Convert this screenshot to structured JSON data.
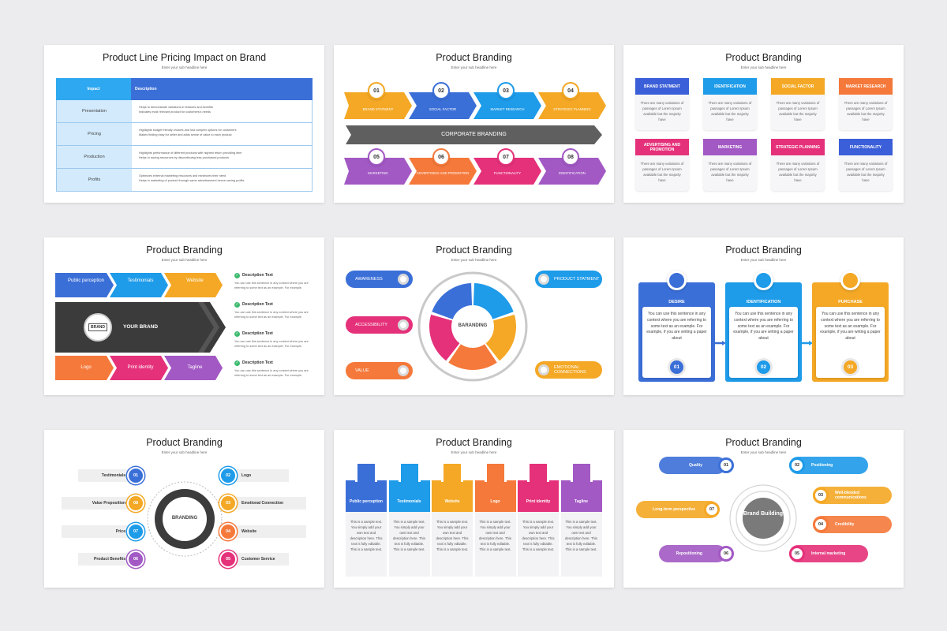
{
  "common": {
    "title": "Product Branding",
    "subtitle": "Enter your sub headline here",
    "lorem_card": "There are many variations of passages of Lorem Ipsum available but the majority have",
    "sample_text": "This is a sample text. You simply add your own text and description here. This text is fully editable. This is a sample text.",
    "context_text": "You can use this sentence in any context where you are referring to some text as an example. For example, if you are writing a paper about",
    "desc_title": "Description Text",
    "desc_body": "You can use this sentence in any context where you are referring to some text as an example. For example."
  },
  "slide1": {
    "title": "Product Line Pricing Impact on Brand",
    "headers": [
      "Impact",
      "Description"
    ],
    "rows": [
      {
        "impact": "Presentation",
        "lines": [
          "Helps to demonstrate variations in features and benefits",
          "Indicates most relevant product for customers's needs"
        ]
      },
      {
        "impact": "Pricing",
        "lines": [
          "Highlights budget friendly choices and lost complex options for customers",
          "Makes finding easy for seller and adds sense of value to each product"
        ]
      },
      {
        "impact": "Production",
        "lines": [
          "Highlights performance of different products with highest return providing item",
          "Helps in saving resources by discontinuing less purchased products"
        ]
      },
      {
        "impact": "Profits",
        "lines": [
          "Optimizes external marketing resources and minimizes their need",
          "Helps in marketing of product through same advertisement hence saving profits"
        ]
      }
    ]
  },
  "slide2": {
    "top": [
      {
        "num": "01",
        "label": "BRAND STATMENT",
        "color": "#f4a825"
      },
      {
        "num": "02",
        "label": "SOCIAL FACTOR",
        "color": "#3b6fd8"
      },
      {
        "num": "03",
        "label": "MARKET RESEARCH",
        "color": "#1e9be9"
      },
      {
        "num": "04",
        "label": "STRATEGIC PLANNING",
        "color": "#f4a825"
      }
    ],
    "center": "CORPORATE BRANDING",
    "bottom": [
      {
        "num": "05",
        "label": "MARKETING",
        "color": "#a259c4"
      },
      {
        "num": "06",
        "label": "ADVERTISING AND PROMOTION",
        "color": "#f5793a"
      },
      {
        "num": "07",
        "label": "FUNCTIONALITY",
        "color": "#e5317a"
      },
      {
        "num": "08",
        "label": "IDENTIFICATION",
        "color": "#a259c4"
      }
    ]
  },
  "slide3": {
    "cards": [
      {
        "label": "BRAND STATMENT",
        "color": "#3b5fd8"
      },
      {
        "label": "IDENTIFICATION",
        "color": "#1e9be9"
      },
      {
        "label": "SOCIAL FACTOR",
        "color": "#f4a825"
      },
      {
        "label": "MARKET RESEARCH",
        "color": "#f5793a"
      },
      {
        "label": "ADVERTISING AND PROMOTION",
        "color": "#e5317a"
      },
      {
        "label": "MARKETING",
        "color": "#a259c4"
      },
      {
        "label": "STRATEGIC PLANNING",
        "color": "#e5317a"
      },
      {
        "label": "FUNCTIONALITY",
        "color": "#3b5fd8"
      }
    ]
  },
  "slide4": {
    "top": [
      "Public perception",
      "Testimonials",
      "Website"
    ],
    "center": "YOUR BRAND",
    "badge": "BRAND",
    "bottom": [
      "Logo",
      "Print identity",
      "Tagline"
    ]
  },
  "slide5": {
    "center": "BARANDING",
    "left": [
      {
        "label": "AWARENESS",
        "color": "#3b6fd8"
      },
      {
        "label": "ACCESSIBILITY",
        "color": "#e5317a"
      },
      {
        "label": "VALUE",
        "color": "#f5793a"
      }
    ],
    "right": [
      {
        "label": "PRODUCT STATMENT",
        "color": "#1e9be9"
      },
      {
        "label": "EMOTIONAL CONNECTIONS",
        "color": "#f4a825"
      }
    ]
  },
  "slide6": {
    "steps": [
      {
        "label": "DESIRE",
        "num": "01",
        "color": "#3b6fd8"
      },
      {
        "label": "IDENTIFICATION",
        "num": "02",
        "color": "#1e9be9"
      },
      {
        "label": "PURCHASE",
        "num": "03",
        "color": "#f4a825"
      }
    ]
  },
  "slide7": {
    "center": "BRANDING",
    "left": [
      {
        "num": "01",
        "label": "Testimonials",
        "color": "#3b6fd8"
      },
      {
        "num": "08",
        "label": "Value Proposition",
        "color": "#f4a825"
      },
      {
        "num": "07",
        "label": "Price",
        "color": "#1e9be9"
      },
      {
        "num": "06",
        "label": "Product Benefits",
        "color": "#a259c4"
      }
    ],
    "right": [
      {
        "num": "02",
        "label": "Logo",
        "color": "#1e9be9"
      },
      {
        "num": "03",
        "label": "Emotional Connection",
        "color": "#f4a825"
      },
      {
        "num": "04",
        "label": "Website",
        "color": "#f5793a"
      },
      {
        "num": "05",
        "label": "Customer Service",
        "color": "#e5317a"
      }
    ]
  },
  "slide8": {
    "cols": [
      {
        "label": "Public perception",
        "color": "#3b6fd8"
      },
      {
        "label": "Testimonials",
        "color": "#1e9be9"
      },
      {
        "label": "Website",
        "color": "#f4a825"
      },
      {
        "label": "Logo",
        "color": "#f5793a"
      },
      {
        "label": "Print identity",
        "color": "#e5317a"
      },
      {
        "label": "Tagline",
        "color": "#a259c4"
      }
    ]
  },
  "slide9": {
    "center": "Brand Building",
    "left": [
      {
        "num": "01",
        "label": "Quality",
        "color": "#3b6fd8"
      },
      {
        "num": "07",
        "label": "Long-term perspective",
        "color": "#f4a825"
      },
      {
        "num": "06",
        "label": "Repositioning",
        "color": "#a259c4"
      }
    ],
    "right": [
      {
        "num": "02",
        "label": "Positioning",
        "color": "#1e9be9"
      },
      {
        "num": "03",
        "label": "Well-blended communications",
        "color": "#f4a825"
      },
      {
        "num": "04",
        "label": "Credibility",
        "color": "#f5793a"
      },
      {
        "num": "05",
        "label": "Internal marketing",
        "color": "#e5317a"
      }
    ]
  }
}
